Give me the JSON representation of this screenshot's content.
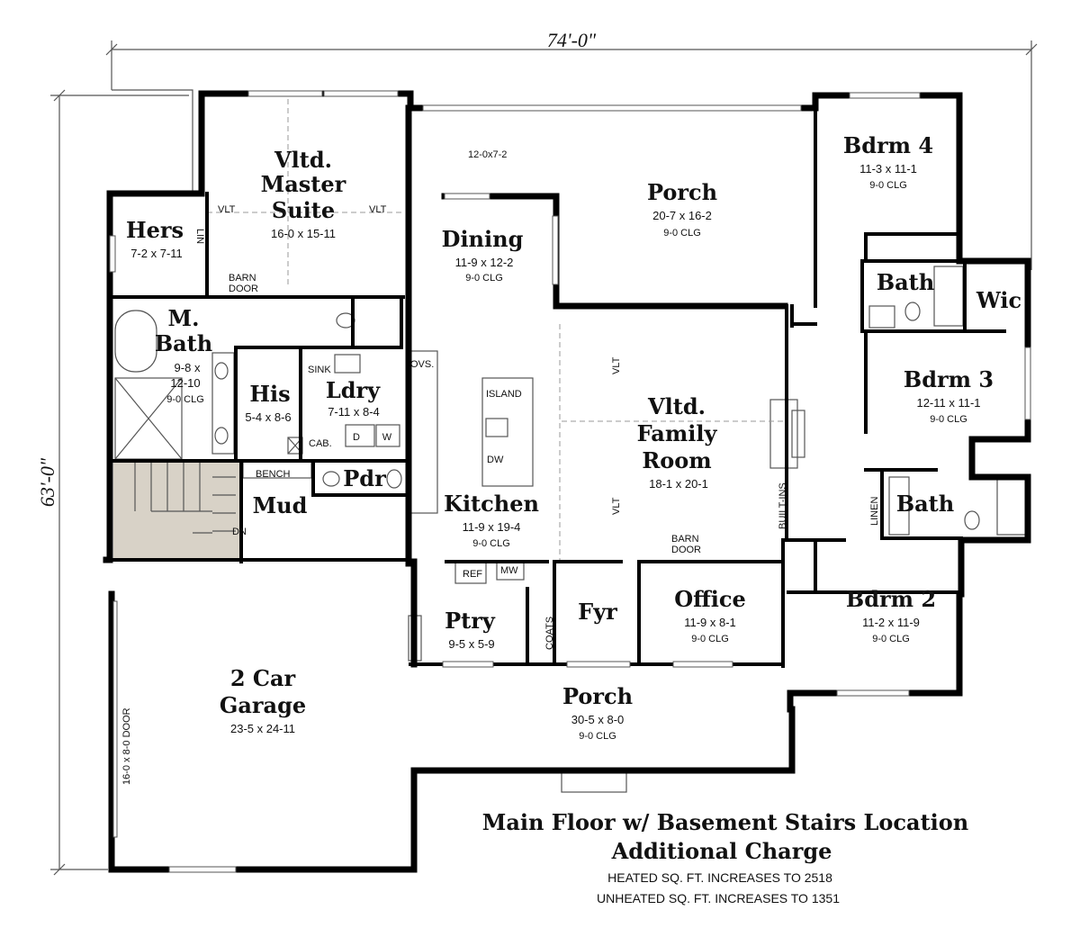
{
  "dimensions": {
    "width_label": "74'-0\"",
    "height_label": "63'-0\""
  },
  "rooms": {
    "master_suite": {
      "name_l1": "Vltd.",
      "name_l2": "Master",
      "name_l3": "Suite",
      "size": "16-0 x 15-11"
    },
    "hers": {
      "name": "Hers",
      "size": "7-2 x 7-11"
    },
    "mbath": {
      "name_l1": "M.",
      "name_l2": "Bath",
      "size_l1": "9-8 x",
      "size_l2": "12-10",
      "clg": "9-0 CLG"
    },
    "his": {
      "name": "His",
      "size": "5-4 x 8-6"
    },
    "ldry": {
      "name": "Ldry",
      "size": "7-11 x 8-4"
    },
    "pdr": {
      "name": "Pdr"
    },
    "mud": {
      "name": "Mud"
    },
    "dining": {
      "name": "Dining",
      "size": "11-9 x 12-2",
      "clg": "9-0 CLG"
    },
    "kitchen": {
      "name": "Kitchen",
      "size": "11-9 x 19-4",
      "clg": "9-0 CLG"
    },
    "ptry": {
      "name": "Ptry",
      "size": "9-5 x 5-9"
    },
    "rear_porch": {
      "name": "Porch",
      "size": "20-7 x 16-2",
      "clg": "9-0 CLG"
    },
    "family": {
      "name_l1": "Vltd.",
      "name_l2": "Family",
      "name_l3": "Room",
      "size": "18-1 x 20-1"
    },
    "fyr": {
      "name": "Fyr"
    },
    "office": {
      "name": "Office",
      "size": "11-9 x 8-1",
      "clg": "9-0 CLG"
    },
    "front_porch": {
      "name": "Porch",
      "size": "30-5 x 8-0",
      "clg": "9-0 CLG"
    },
    "garage": {
      "name_l1": "2 Car",
      "name_l2": "Garage",
      "size": "23-5 x 24-11"
    },
    "bdrm4": {
      "name": "Bdrm 4",
      "size": "11-3 x 11-1",
      "clg": "9-0 CLG"
    },
    "bath_upper": {
      "name": "Bath"
    },
    "wic": {
      "name": "Wic"
    },
    "bdrm3": {
      "name": "Bdrm 3",
      "size": "12-11 x 11-1",
      "clg": "9-0 CLG"
    },
    "bath_lower": {
      "name": "Bath"
    },
    "bdrm2": {
      "name": "Bdrm 2",
      "size": "11-2 x 11-9",
      "clg": "9-0 CLG"
    }
  },
  "labels": {
    "vlt": "VLT",
    "barn_door_l1": "BARN",
    "barn_door_l2": "DOOR",
    "lin": "LIN",
    "sink": "SINK",
    "cab": "CAB.",
    "dryer": "D",
    "washer": "W",
    "ovs": "OVS.",
    "island": "ISLAND",
    "dw": "DW",
    "ref": "REF",
    "mw": "MW",
    "bench": "BENCH",
    "dn": "DN",
    "coats": "COATS",
    "built_ins": "BUILT-INS",
    "linen": "LINEN",
    "porch_opening": "12-0x7-2",
    "garage_door": "16-0 x 8-0 DOOR"
  },
  "title": {
    "line1": "Main Floor w/ Basement Stairs Location",
    "line2": "Additional Charge",
    "note1": "HEATED SQ. FT. INCREASES TO 2518",
    "note2": "UNHEATED SQ. FT. INCREASES TO 1351"
  }
}
